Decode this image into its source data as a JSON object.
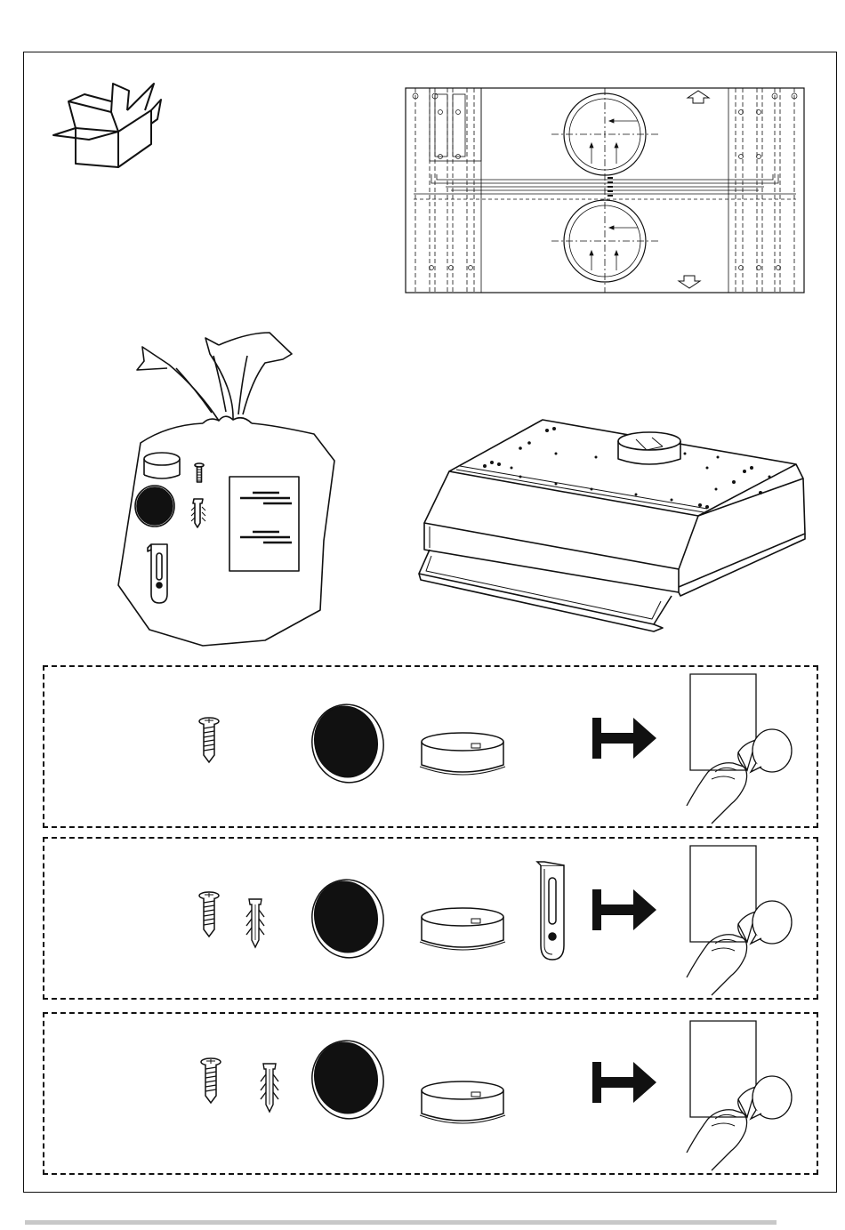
{
  "page": {
    "title": "",
    "background": "#ffffff",
    "line_color": "#111111"
  },
  "icons": {
    "box": "open-box-icon",
    "bag": "accessory-bag-icon",
    "hood": "cooker-hood-icon",
    "template": "drilling-template-icon",
    "arrow": "arrow-right-icon",
    "manual": "manual-page-turn-icon"
  },
  "template": {
    "code": "",
    "mark_side": "",
    "mark_bottom": ""
  },
  "kits": [
    {
      "items": [
        "screw",
        "filter",
        "collar"
      ]
    },
    {
      "items": [
        "screw",
        "wall-plug",
        "filter",
        "collar",
        "bracket"
      ]
    },
    {
      "items": [
        "screw",
        "wall-plug",
        "filter",
        "collar"
      ]
    }
  ]
}
